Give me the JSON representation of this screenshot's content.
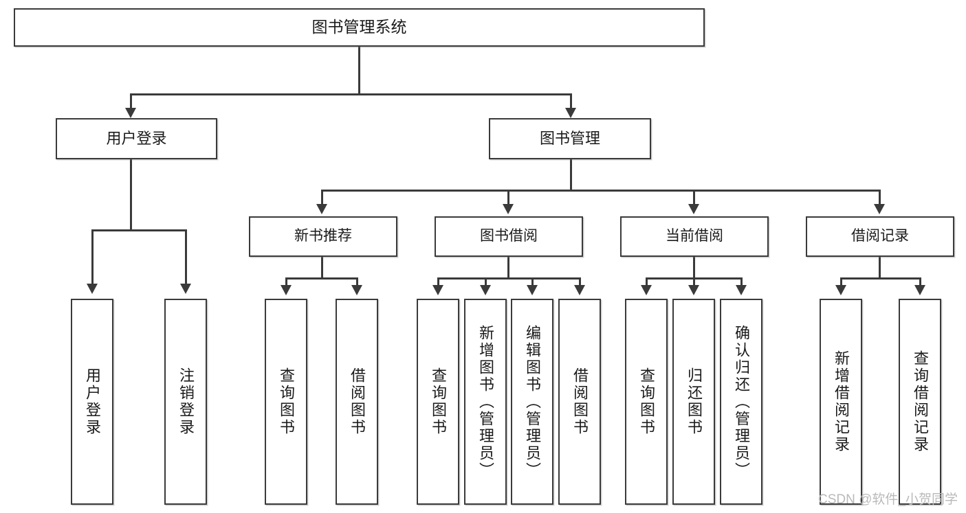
{
  "diagram": {
    "type": "tree-hierarchy-chart",
    "title": "图书管理系统",
    "root": {
      "id": "root",
      "label": "图书管理系统"
    },
    "level2": [
      {
        "id": "user-login",
        "label": "用户登录"
      },
      {
        "id": "book-management",
        "label": "图书管理"
      }
    ],
    "level3": [
      {
        "id": "new-book-recommend",
        "label": "新书推荐",
        "parent": "book-management"
      },
      {
        "id": "book-borrow",
        "label": "图书借阅",
        "parent": "book-management"
      },
      {
        "id": "current-borrow",
        "label": "当前借阅",
        "parent": "book-management"
      },
      {
        "id": "borrow-record",
        "label": "借阅记录",
        "parent": "book-management"
      }
    ],
    "leaves": [
      {
        "id": "leaf-user-login",
        "label": "用户登录",
        "parent": "user-login"
      },
      {
        "id": "leaf-logout",
        "label": "注销登录",
        "parent": "user-login"
      },
      {
        "id": "leaf-query-book-1",
        "label": "查询图书",
        "parent": "new-book-recommend"
      },
      {
        "id": "leaf-borrow-book-1",
        "label": "借阅图书",
        "parent": "new-book-recommend"
      },
      {
        "id": "leaf-query-book-2",
        "label": "查询图书",
        "parent": "book-borrow"
      },
      {
        "id": "leaf-add-book",
        "label": "新增图书（管理员）",
        "parent": "book-borrow"
      },
      {
        "id": "leaf-edit-book",
        "label": "编辑图书（管理员）",
        "parent": "book-borrow"
      },
      {
        "id": "leaf-borrow-book-2",
        "label": "借阅图书",
        "parent": "book-borrow"
      },
      {
        "id": "leaf-query-book-3",
        "label": "查询图书",
        "parent": "current-borrow"
      },
      {
        "id": "leaf-return-book",
        "label": "归还图书",
        "parent": "current-borrow"
      },
      {
        "id": "leaf-confirm-return",
        "label": "确认归还（管理员）",
        "parent": "current-borrow"
      },
      {
        "id": "leaf-add-record",
        "label": "新增借阅记录",
        "parent": "borrow-record"
      },
      {
        "id": "leaf-query-record",
        "label": "查询借阅记录",
        "parent": "borrow-record"
      }
    ],
    "colors": {
      "stroke": "#3a3a3a",
      "fill": "#ffffff",
      "text": "#1a1a1a",
      "watermark": "#b9b9b9"
    }
  },
  "watermark": {
    "text": "CSDN @软件_小贺同学"
  }
}
